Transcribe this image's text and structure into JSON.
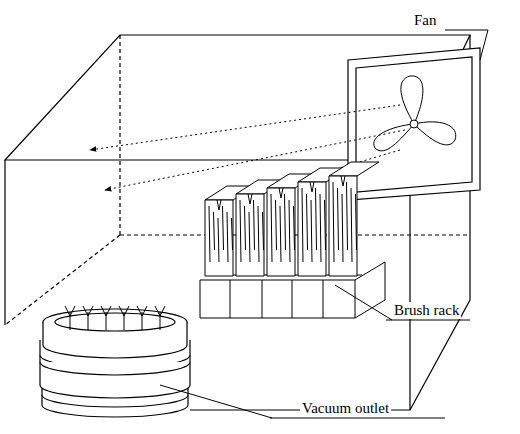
{
  "diagram": {
    "labels": [
      "Fan",
      "Brush rack",
      "Vacuum outlet"
    ]
  }
}
